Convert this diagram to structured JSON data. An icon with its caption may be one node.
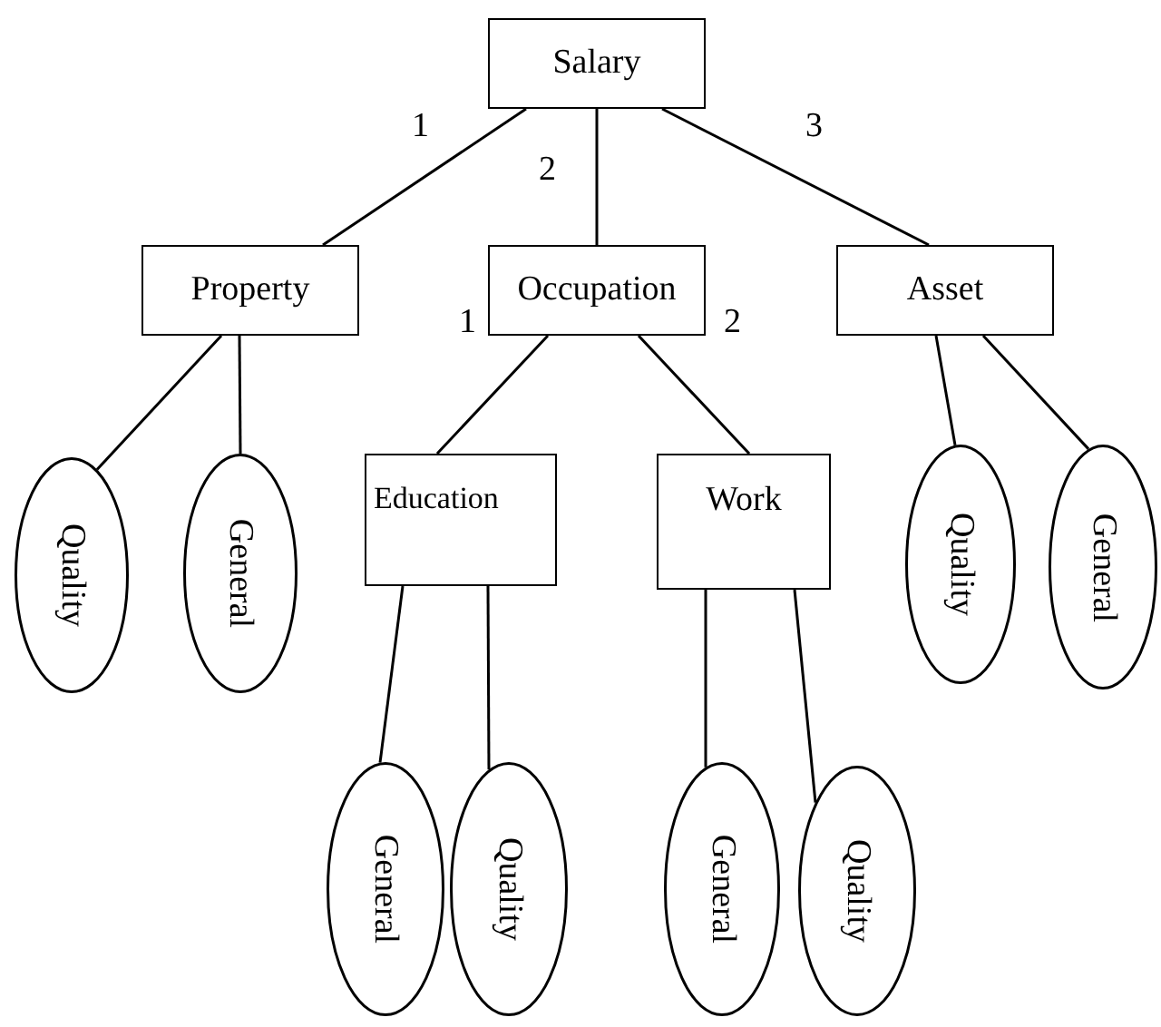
{
  "diagram": {
    "nodes": [
      {
        "text": [
          "Salary"
        ]
      },
      {
        "text": [
          "Property"
        ]
      },
      {
        "text": [
          "Occupation"
        ]
      },
      {
        "text": [
          "Asset"
        ]
      },
      {
        "text": [
          "Quality"
        ]
      },
      {
        "text": [
          "General"
        ]
      },
      {
        "text": [
          "Education"
        ]
      },
      {
        "text": [
          "Work"
        ]
      },
      {
        "text": [
          "Quality"
        ]
      },
      {
        "text": [
          "General"
        ]
      },
      {
        "text": [
          "General"
        ]
      },
      {
        "text": [
          "Quality"
        ]
      },
      {
        "text": [
          "General"
        ]
      },
      {
        "text": [
          "Quality"
        ]
      }
    ],
    "edges": [
      {
        "from": 0,
        "to": 1,
        "arrow": "none",
        "label": "1"
      },
      {
        "from": 0,
        "to": 2,
        "arrow": "none",
        "label": "2"
      },
      {
        "from": 0,
        "to": 3,
        "arrow": "none",
        "label": "3"
      },
      {
        "from": 1,
        "to": 4,
        "arrow": "none"
      },
      {
        "from": 1,
        "to": 5,
        "arrow": "none"
      },
      {
        "from": 2,
        "to": 6,
        "arrow": "none",
        "label": "1"
      },
      {
        "from": 2,
        "to": 7,
        "arrow": "none",
        "label": "2"
      },
      {
        "from": 3,
        "to": 8,
        "arrow": "none"
      },
      {
        "from": 3,
        "to": 9,
        "arrow": "none"
      },
      {
        "from": 6,
        "to": 10,
        "arrow": "none"
      },
      {
        "from": 6,
        "to": 11,
        "arrow": "none"
      },
      {
        "from": 7,
        "to": 12,
        "arrow": "none"
      },
      {
        "from": 7,
        "to": 13,
        "arrow": "none"
      }
    ]
  }
}
